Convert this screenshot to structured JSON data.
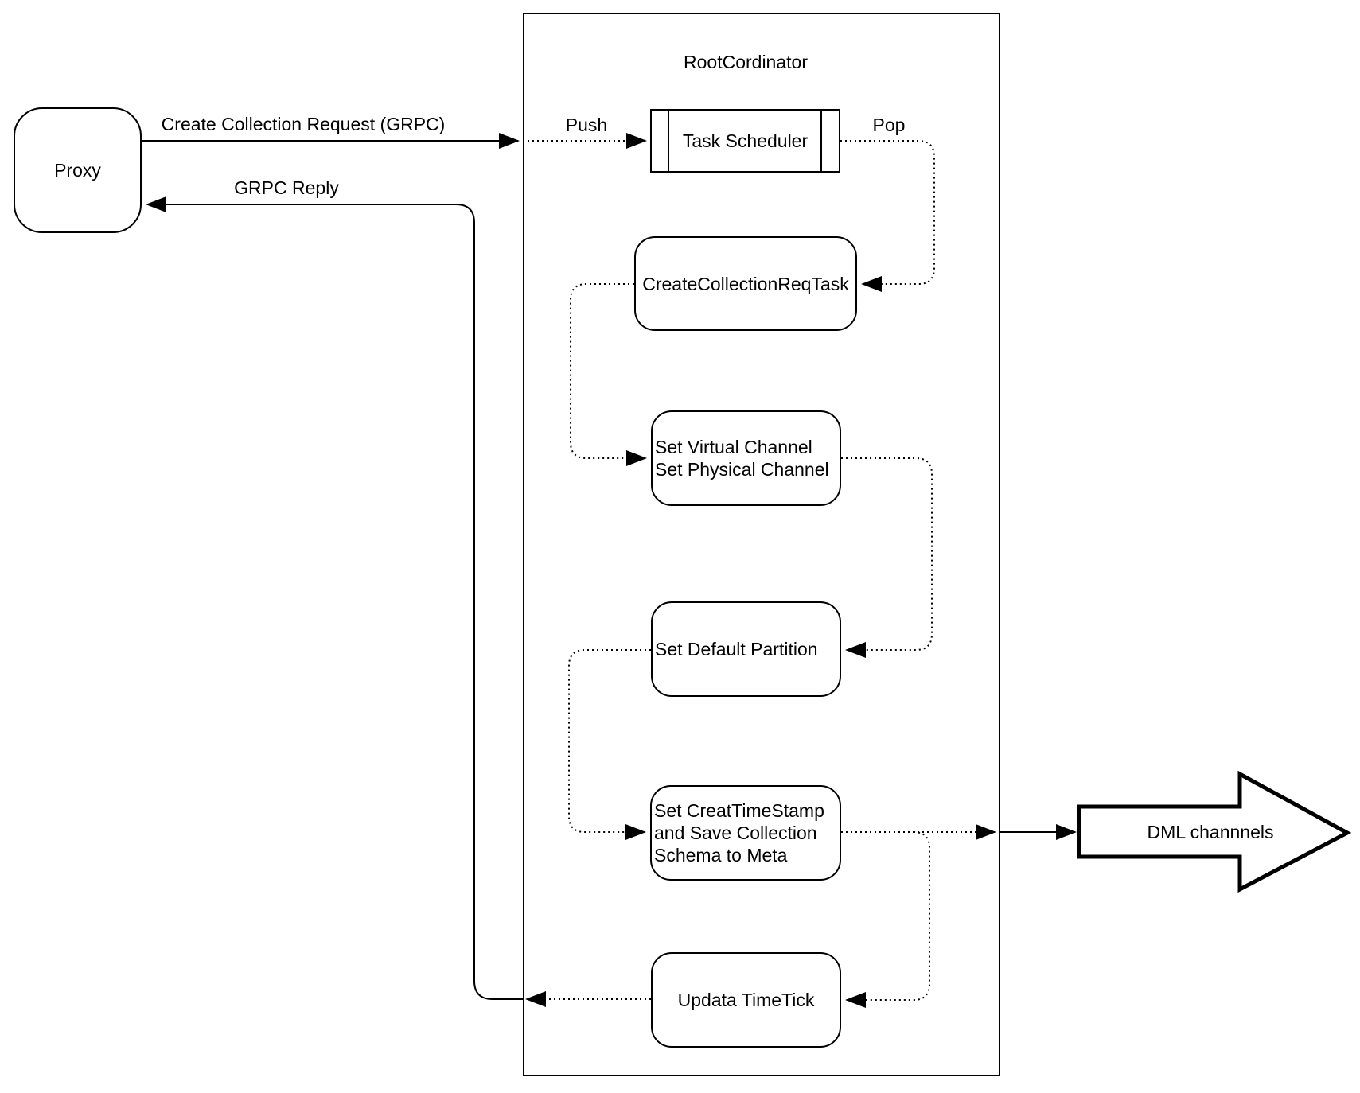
{
  "diagram": {
    "container_title": "RootCordinator",
    "nodes": {
      "proxy": "Proxy",
      "task_scheduler": "Task Scheduler",
      "create_collection_req_task": "CreateCollectionReqTask",
      "set_channels": "Set Virtual Channel\nSet Physical Channel",
      "set_default_partition": "Set Default Partition",
      "set_creat_timestamp": "Set CreatTimeStamp\nand Save Collection\nSchema to Meta",
      "updata_timetick": "Updata TimeTick",
      "dml_channels": "DML channnels"
    },
    "edge_labels": {
      "create_collection_request": "Create Collection Request (GRPC)",
      "grpc_reply": "GRPC Reply",
      "push": "Push",
      "pop": "Pop"
    },
    "colors": {
      "stroke": "#000000",
      "background": "#ffffff"
    }
  }
}
